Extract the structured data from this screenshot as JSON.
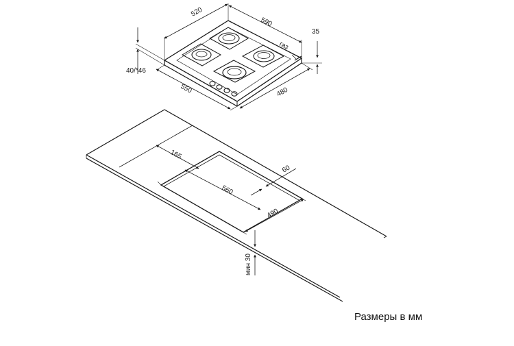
{
  "hob_dims": {
    "depth_top": "520",
    "width_top": "590",
    "height_side": "35",
    "gas": "газ",
    "thickness": "40/*46",
    "width_bottom": "550",
    "depth_bottom": "480"
  },
  "cutout_dims": {
    "offset": "165",
    "back_gap": "60",
    "width": "560",
    "depth": "490",
    "min_depth": "мин 30"
  },
  "caption": "Размеры в мм"
}
